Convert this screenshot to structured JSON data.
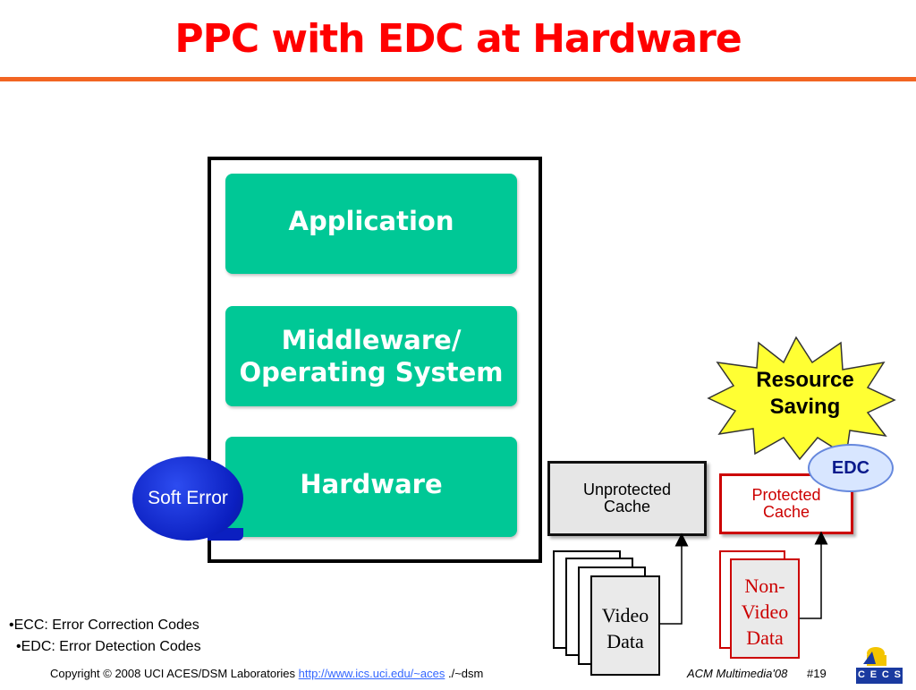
{
  "slide": {
    "title": "PPC with EDC at Hardware"
  },
  "stack": {
    "layers": [
      {
        "line1": "Application",
        "line2": ""
      },
      {
        "line1": "Middleware/",
        "line2": "Operating System"
      },
      {
        "line1": "Hardware",
        "line2": ""
      }
    ]
  },
  "soft_error": {
    "label": "Soft Error"
  },
  "caches": {
    "unprotected": {
      "line1": "Unprotected",
      "line2": "Cache"
    },
    "protected": {
      "line1": "Protected",
      "line2": "Cache"
    }
  },
  "edc_badge": {
    "label": "EDC"
  },
  "burst": {
    "line1": "Resource",
    "line2": "Saving"
  },
  "data_pages": {
    "video": {
      "line1": "Video",
      "line2": "Data"
    },
    "nonvideo": {
      "line1": "Non-",
      "line2": "Video",
      "line3": "Data"
    }
  },
  "notes": [
    "•ECC: Error Correction Codes",
    "•EDC: Error Detection Codes"
  ],
  "footer": {
    "copyright": "Copyright © 2008  UCI ACES/DSM Laboratories",
    "link": "http://www.ics.uci.edu/~aces",
    "suffix": "./~dsm",
    "venue": "ACM Multimedia'08",
    "slide_number": "#19"
  },
  "logo": {
    "letters": [
      "C",
      "E",
      "C",
      "S"
    ]
  },
  "colors": {
    "title": "#ff0000",
    "rule": "#f26522",
    "layer": "#00c896",
    "soft_error": "#0b1fc0",
    "protected": "#cc0000",
    "burst": "#ffff33"
  }
}
